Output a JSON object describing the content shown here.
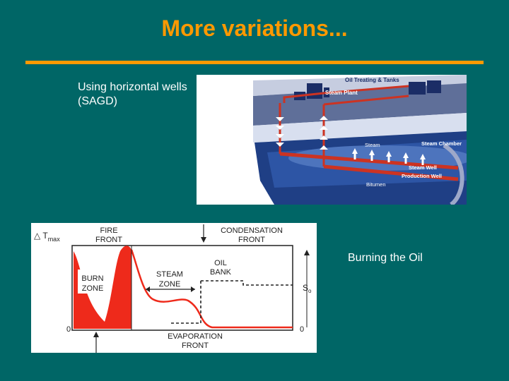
{
  "slide": {
    "title": "More variations...",
    "caption_sagd": "Using horizontal wells (SAGD)",
    "caption_burn": "Burning the Oil"
  },
  "sagd_diagram": {
    "labels": {
      "oil_treating": "Oil Treating & Tanks",
      "steam_plant": "Steam Plant",
      "steam": "Steam",
      "steam_chamber": "Steam Chamber",
      "steam_well": "Steam Well",
      "production_well": "Production Well",
      "bitumen": "Bitumen"
    }
  },
  "combustion_diagram": {
    "labels": {
      "delta_t": "△ T",
      "delta_t_sub": "max",
      "fire_front_1": "FIRE",
      "fire_front_2": "FRONT",
      "condensation_1": "CONDENSATION",
      "condensation_2": "FRONT",
      "oil_bank_1": "OIL",
      "oil_bank_2": "BANK",
      "steam_zone_1": "STEAM",
      "steam_zone_2": "ZONE",
      "burn_zone_1": "BURN",
      "burn_zone_2": "ZONE",
      "so": "S",
      "so_sub": "o",
      "zero_left": "0",
      "zero_right": "0",
      "evaporation_1": "EVAPORATION",
      "evaporation_2": "FRONT"
    },
    "colors": {
      "burn_fill": "#EE2A1B",
      "temperature_curve": "#EE2A1B"
    }
  }
}
